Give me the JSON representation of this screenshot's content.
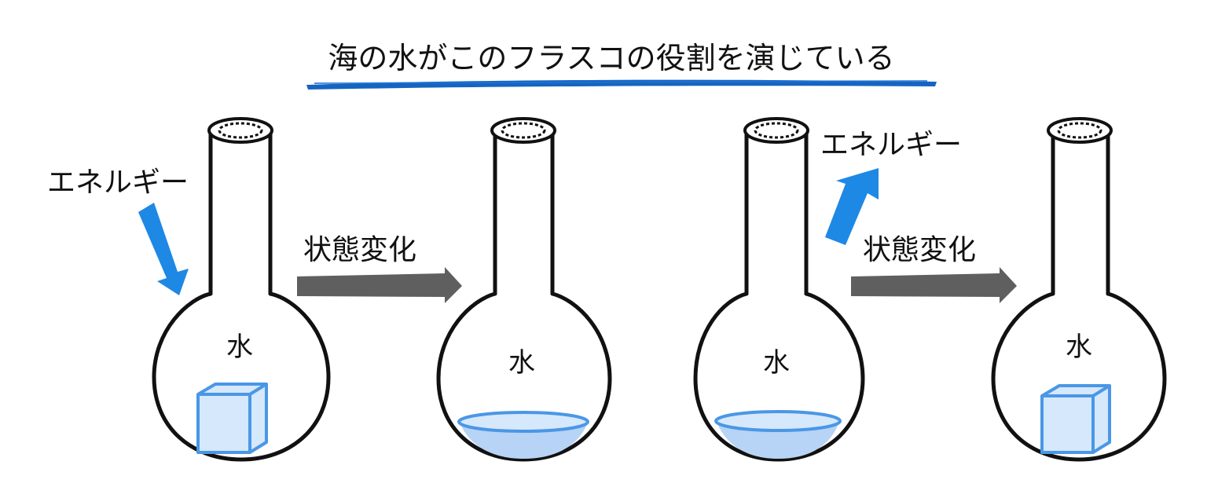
{
  "title": "海の水がこのフラスコの役割を演じている",
  "colors": {
    "ink": "#111111",
    "blue_arrow": "#1e88e5",
    "gray_arrow": "#5f5f5f",
    "ice_fill": "#d6e8fb",
    "ice_stroke": "#4a97e6",
    "water_fill": "#b7d3f5",
    "brush": "#1565c0"
  },
  "flasks": [
    {
      "id": "flask-1",
      "content_label": "水",
      "state": "ice"
    },
    {
      "id": "flask-2",
      "content_label": "水",
      "state": "liquid"
    },
    {
      "id": "flask-3",
      "content_label": "水",
      "state": "liquid"
    },
    {
      "id": "flask-4",
      "content_label": "水",
      "state": "ice"
    }
  ],
  "energy_labels": [
    {
      "text": "エネルギー",
      "direction": "in"
    },
    {
      "text": "エネルギー",
      "direction": "out"
    }
  ],
  "transitions": [
    {
      "label": "状態変化"
    },
    {
      "label": "状態変化"
    }
  ]
}
